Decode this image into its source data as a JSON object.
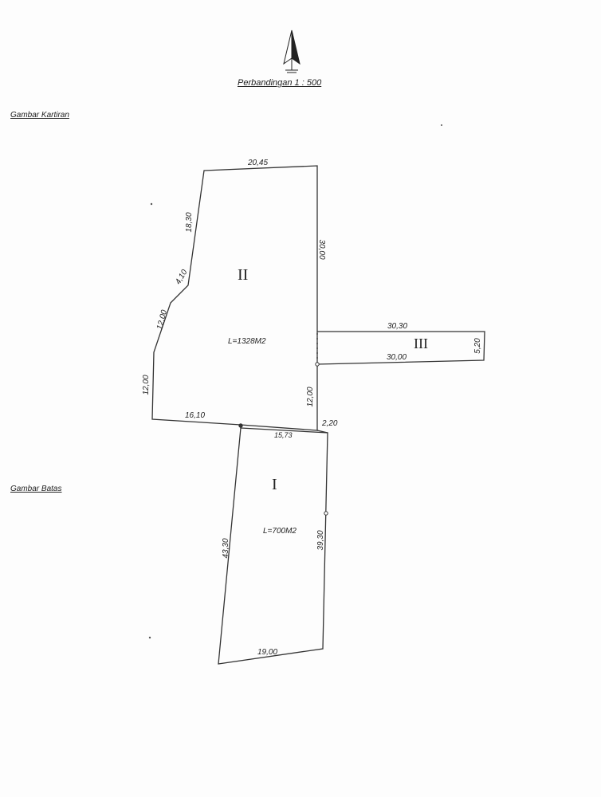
{
  "header": {
    "scale_label": "Perbandingan 1 : 500",
    "section_kartiran": "Gambar Kartiran",
    "section_batas": "Gambar Batas"
  },
  "parcel_II": {
    "roman": "II",
    "area": "L=1328M2",
    "dims": {
      "top": "20,45",
      "left_upper": "18,30",
      "left_bend": "4,10",
      "left_diag": "12,00",
      "left_lower": "12,00",
      "right_upper": "30,00",
      "right_lower": "12,00",
      "bottom": "16,10",
      "bottom_step": "2,20"
    }
  },
  "parcel_III": {
    "roman": "III",
    "dims": {
      "top": "30,30",
      "bottom": "30,00",
      "end": "5,20"
    }
  },
  "parcel_I": {
    "roman": "I",
    "area": "L=700M2",
    "dims": {
      "top": "15,73",
      "left": "43,30",
      "right": "39,30",
      "bottom": "19,00"
    }
  }
}
